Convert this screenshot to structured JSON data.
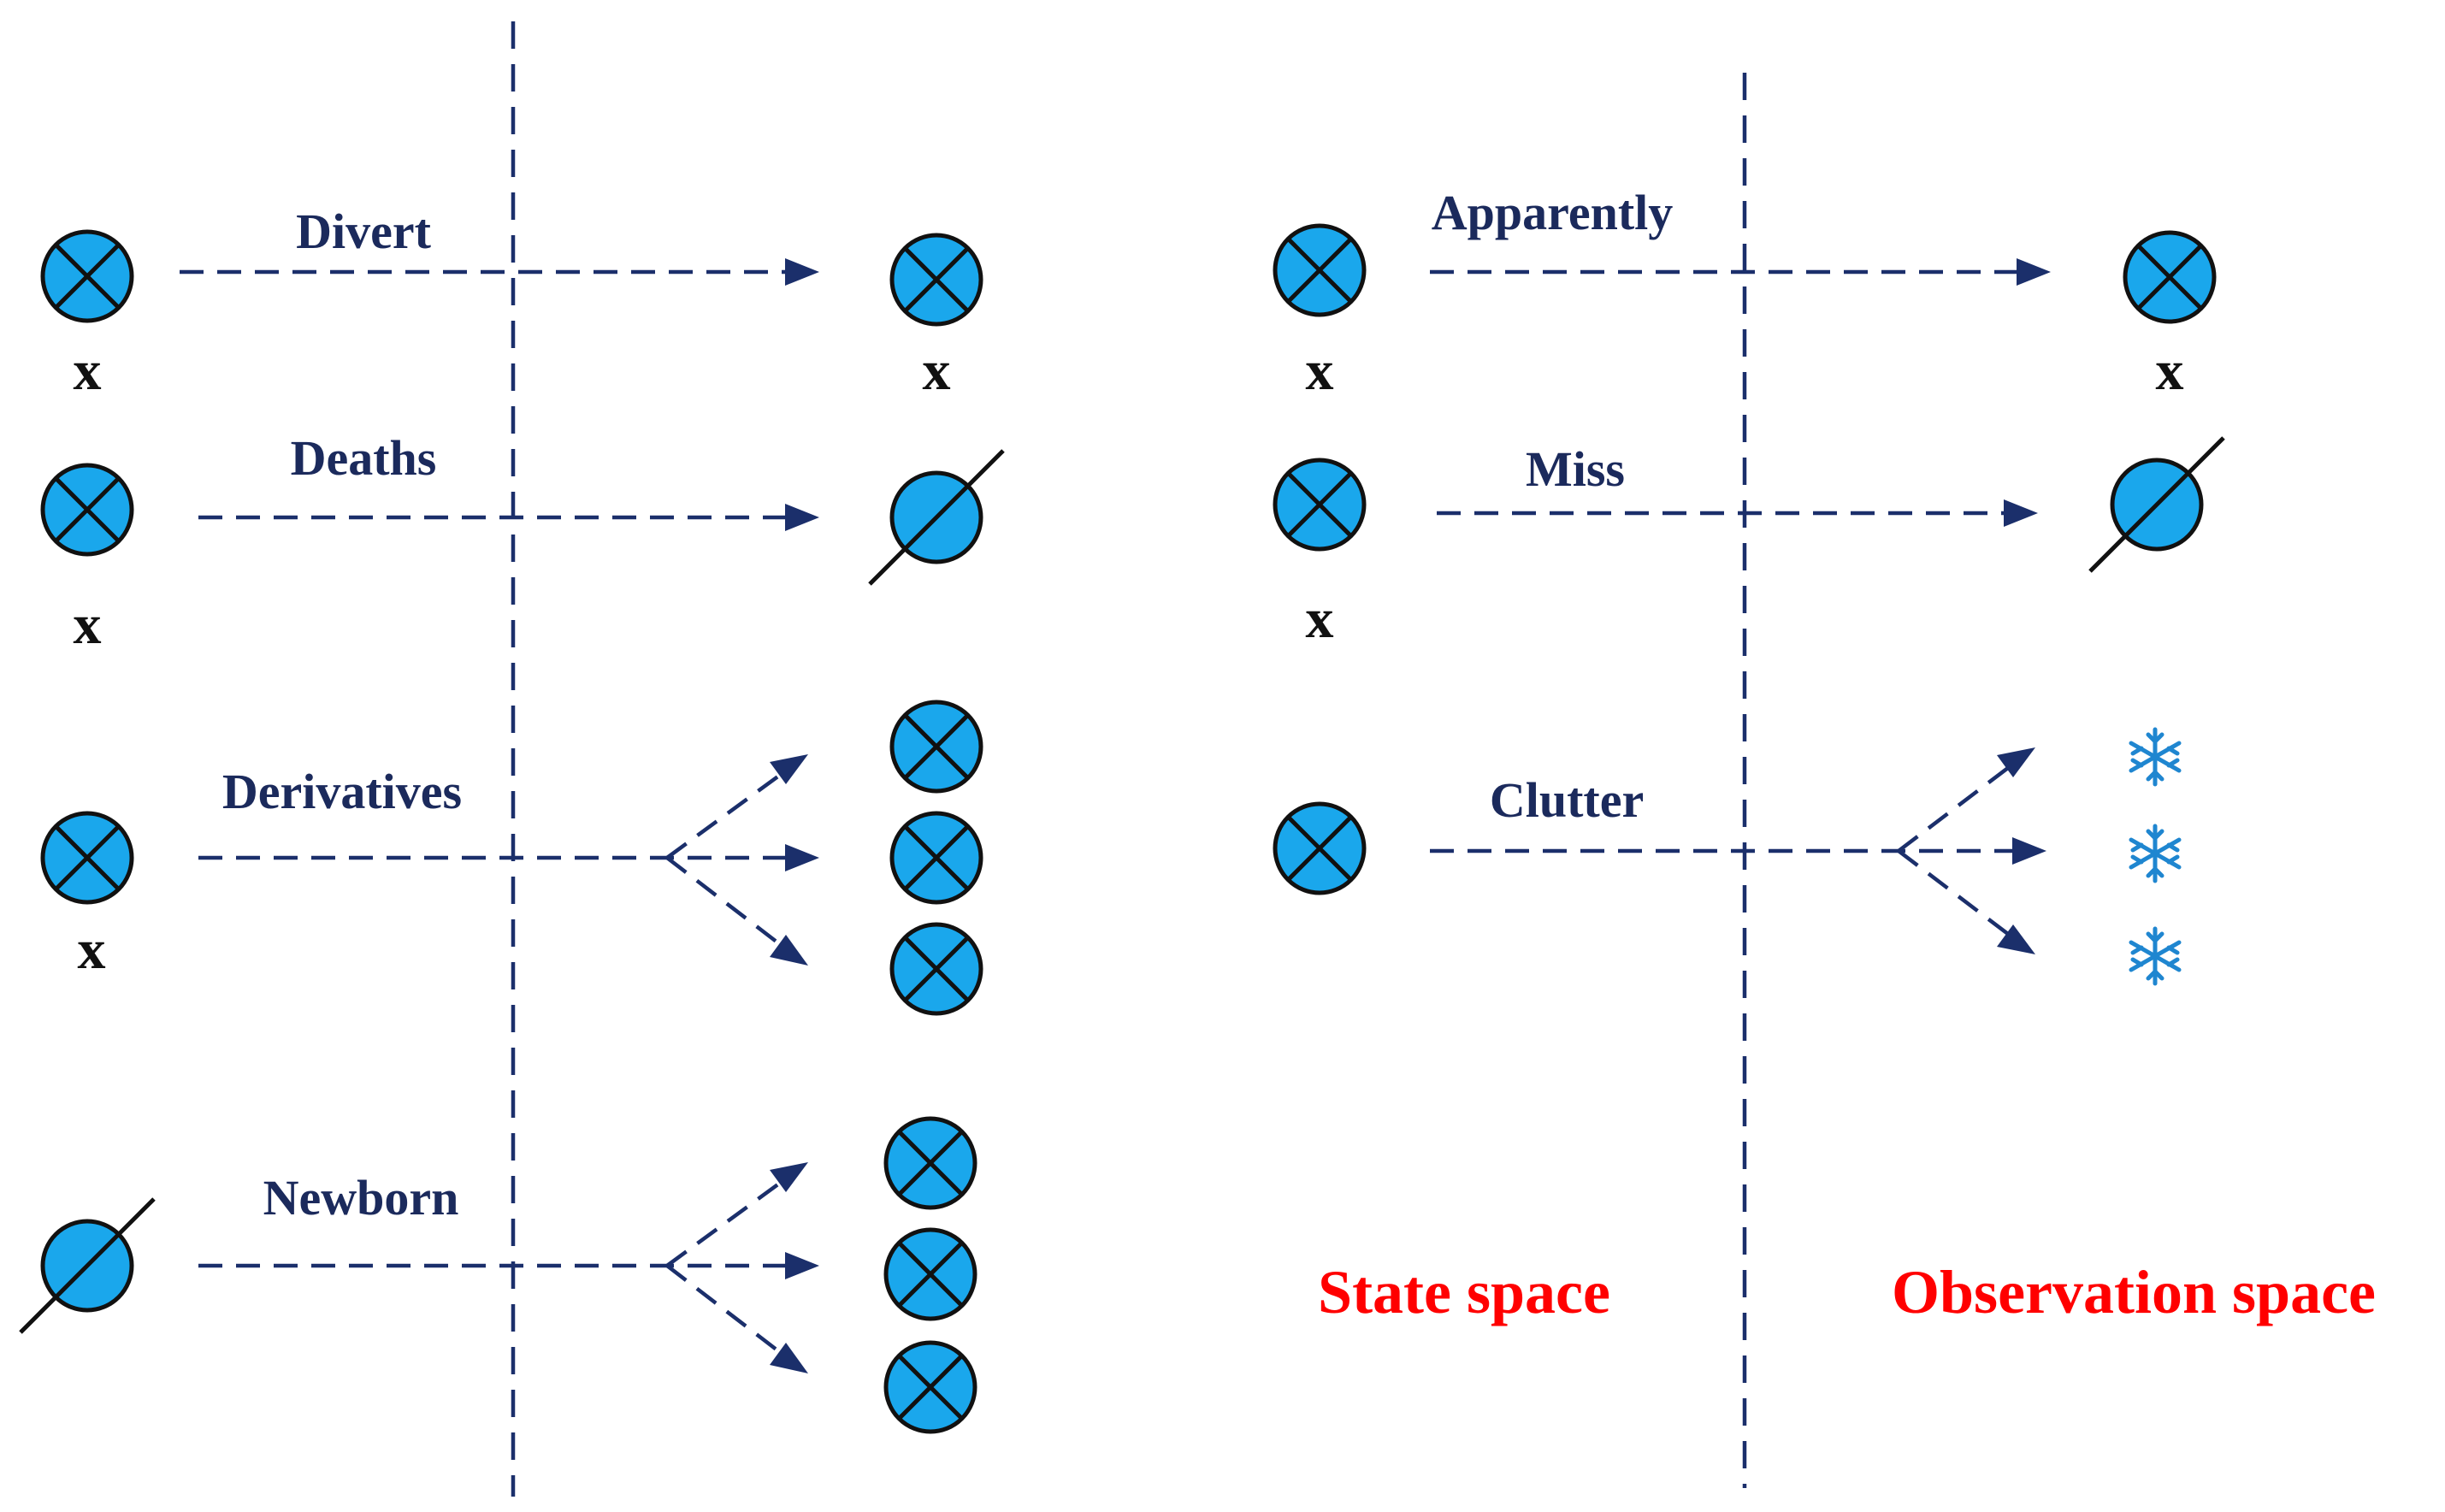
{
  "labels": {
    "divert": "Divert",
    "deaths": "Deaths",
    "derivatives": "Derivatives",
    "newborn": "Newborn",
    "apparently": "Apparently",
    "miss": "Miss",
    "clutter": "Clutter"
  },
  "x_marker": "x",
  "spaces": {
    "state": "State space",
    "observation": "Observation space"
  },
  "colors": {
    "node_fill": "#1aa7ec",
    "arrow": "#1b2f6b",
    "label_text": "#1b2a5c",
    "space_text": "#ff0000",
    "clutter_icon": "#1f86d0"
  },
  "icons": {
    "target": "circle-cross-icon",
    "no_target": "circle-slash-icon",
    "clutter": "snowflake-icon"
  }
}
